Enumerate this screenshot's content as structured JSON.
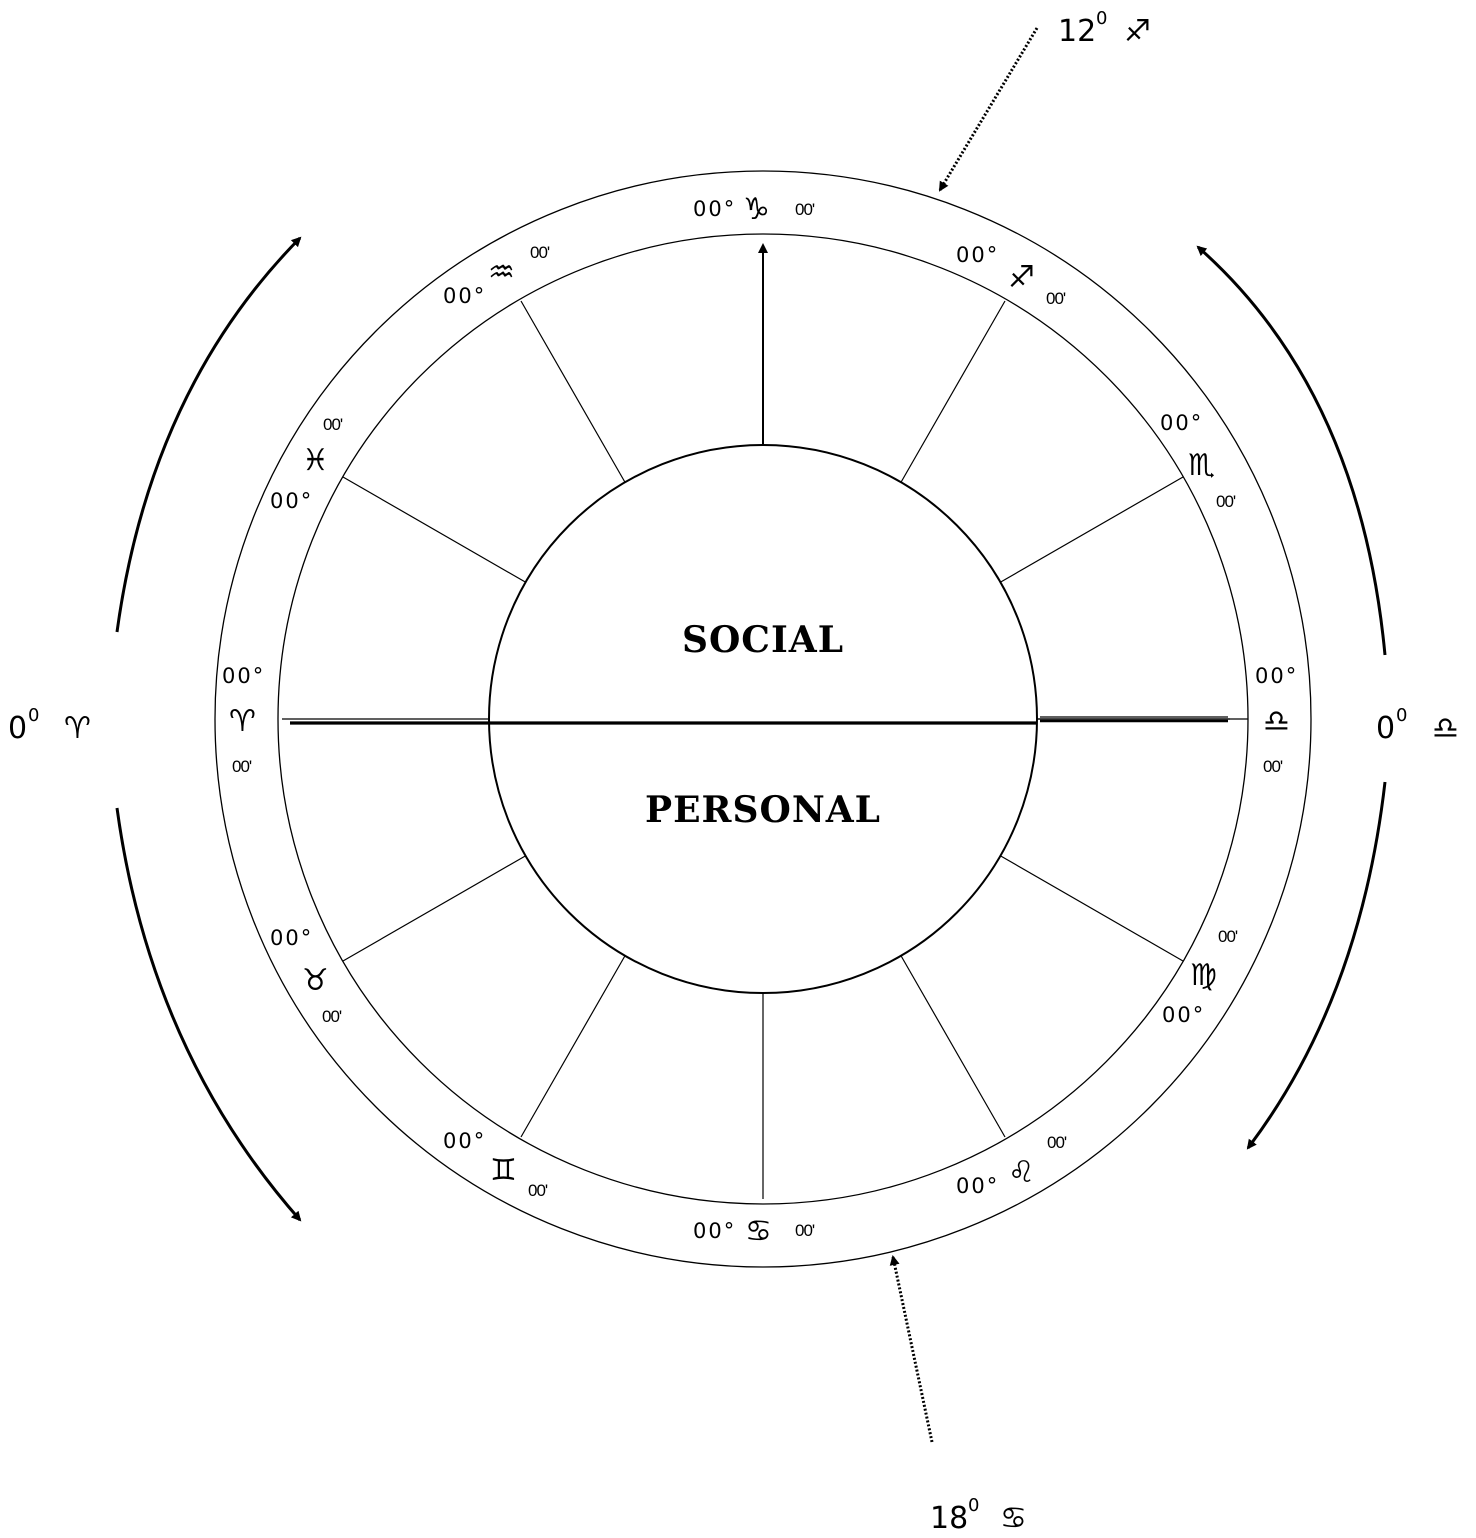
{
  "diagram": {
    "social_label": "SOCIAL",
    "personal_label": "PERSONAL",
    "houses": [
      {
        "deg": "00°",
        "sign": "♑",
        "min": "00'"
      },
      {
        "deg": "00°",
        "sign": "♐",
        "min": "00'"
      },
      {
        "deg": "00°",
        "sign": "♏",
        "min": "00'"
      },
      {
        "deg": "00°",
        "sign": "♎",
        "min": "00'"
      },
      {
        "deg": "00°",
        "sign": "♍",
        "min": "00'"
      },
      {
        "deg": "00°",
        "sign": "♌",
        "min": "00'"
      },
      {
        "deg": "00°",
        "sign": "♋",
        "min": "00'"
      },
      {
        "deg": "00°",
        "sign": "♊",
        "min": "00'"
      },
      {
        "deg": "00°",
        "sign": "♉",
        "min": "00'"
      },
      {
        "deg": "00°",
        "sign": "♈",
        "min": "00'"
      },
      {
        "deg": "00°",
        "sign": "♓",
        "min": "00'"
      },
      {
        "deg": "00°",
        "sign": "♒",
        "min": "00'"
      }
    ],
    "outer": {
      "top": {
        "num": "12",
        "sup": "0",
        "sign": "♐"
      },
      "bottom": {
        "num": "18",
        "sup": "0",
        "sign": "♋"
      },
      "left": {
        "num": "0",
        "sup": "0",
        "sign": "♈"
      },
      "right": {
        "num": "0",
        "sup": "0",
        "sign": "♎"
      }
    }
  }
}
